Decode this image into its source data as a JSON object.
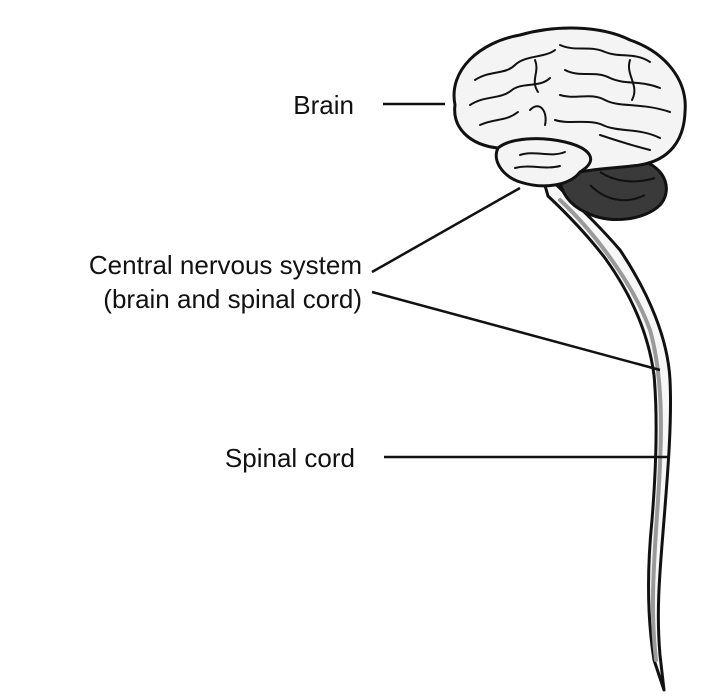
{
  "labels": {
    "brain": "Brain",
    "cns_line1": "Central nervous system",
    "cns_line2": "(brain and spinal cord)",
    "spinal_cord": "Spinal cord"
  },
  "colors": {
    "outline": "#111111",
    "brain_fill": "#f4f4f4",
    "cerebellum_fill": "#3a3a3a",
    "cord_fill": "#f7f7f7",
    "cord_shade": "#9a9a9a"
  }
}
